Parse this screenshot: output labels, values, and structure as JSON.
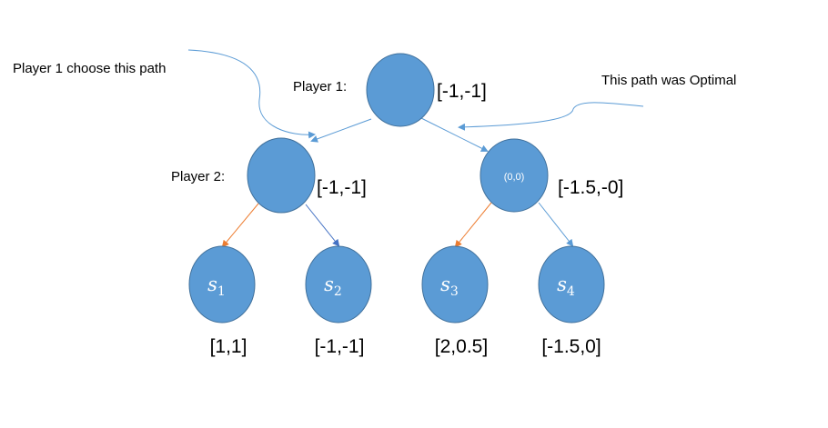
{
  "annotations": {
    "left_note": "Player 1 choose this path",
    "right_note": "This path was Optimal"
  },
  "players": {
    "p1_label": "Player 1:",
    "p2_label": "Player 2:"
  },
  "nodes": {
    "root": {
      "label": "",
      "value": "[-1,-1]"
    },
    "left": {
      "label": "",
      "value": "[-1,-1]"
    },
    "right": {
      "label": "(0,0)",
      "value": "[-1.5,-0]"
    }
  },
  "leaves": [
    {
      "base": "s",
      "sub": "1",
      "payoff": "[1,1]"
    },
    {
      "base": "s",
      "sub": "2",
      "payoff": "[-1,-1]"
    },
    {
      "base": "s",
      "sub": "3",
      "payoff": "[2,0.5]"
    },
    {
      "base": "s",
      "sub": "4",
      "payoff": "[-1.5,0]"
    }
  ],
  "colors": {
    "node_fill": "#5b9bd5",
    "node_stroke": "#41719c",
    "edge_blue": "#5b9bd5",
    "edge_orange": "#ed7d31",
    "callout_line": "#5b9bd5"
  }
}
